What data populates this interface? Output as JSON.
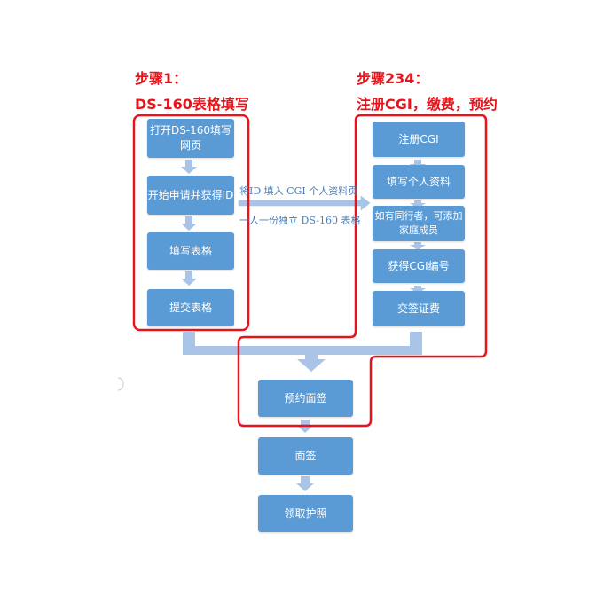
{
  "step1": {
    "title_line1": "步骤1：",
    "title_line2": "DS-160表格填写",
    "boxes": [
      "打开DS-160填写网页",
      "开始申请并获得ID",
      "填写表格",
      "提交表格"
    ]
  },
  "step234": {
    "title_line1": "步骤234：",
    "title_line2": "注册CGI，缴费，预约",
    "boxes": [
      "注册CGI",
      "填写个人资料",
      "如有同行者，可添加家庭成员",
      "获得CGI编号",
      "交签证费"
    ]
  },
  "notes": {
    "line1": "将ID 填入 CGI 个人资料页",
    "line2": "一人一份独立 DS-160 表格"
  },
  "bottom": {
    "boxes": [
      "预约面签",
      "面签",
      "领取护照"
    ]
  },
  "colors": {
    "box": "#5b9bd5",
    "arrow": "#a9c4e6",
    "highlight": "#e8141c"
  }
}
